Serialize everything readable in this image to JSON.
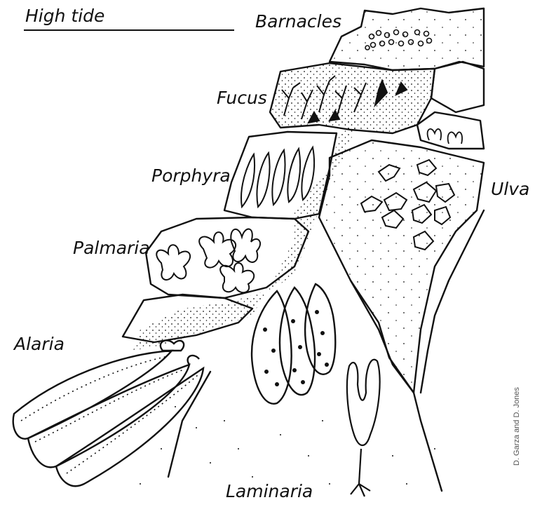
{
  "labels": {
    "high_tide": "High tide",
    "barnacles": "Barnacles",
    "fucus": "Fucus",
    "porphyra": "Porphyra",
    "ulva": "Ulva",
    "palmaria": "Palmaria",
    "alaria": "Alaria",
    "laminaria": "Laminaria"
  },
  "credit": "D. Garza and D. Jones",
  "colors": {
    "ink": "#111111",
    "background": "#ffffff"
  }
}
